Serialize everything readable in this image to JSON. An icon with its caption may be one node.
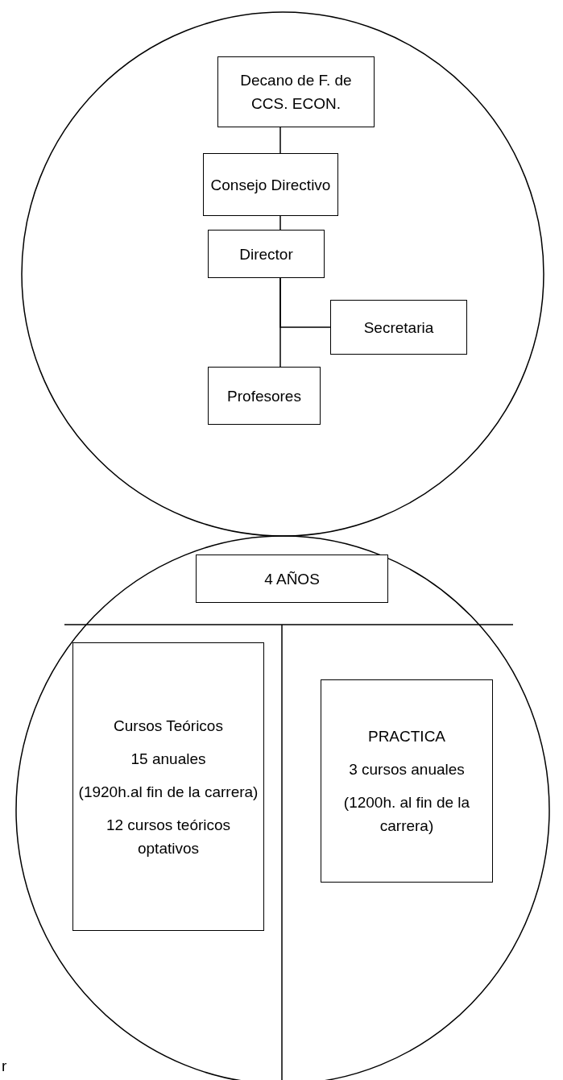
{
  "diagram": {
    "nodes": [
      {
        "text": [],
        "shape": "circle"
      },
      {
        "text": [
          "Decano  de F. de CCS. ECON."
        ],
        "in": 0
      },
      {
        "text": [
          "Consejo Directivo"
        ],
        "in": 0
      },
      {
        "text": [
          "Director"
        ],
        "in": 0
      },
      {
        "text": [
          "Secretaria"
        ],
        "in": 0
      },
      {
        "text": [
          "Profesores"
        ],
        "in": 0
      },
      {
        "text": [],
        "shape": "circle"
      },
      {
        "text": [
          "4 AÑOS"
        ],
        "in": 6
      },
      {
        "text": [
          "Cursos Teóricos",
          "15 anuales",
          "(1920h.al fin de la carrera)",
          "12 cursos teóricos optativos"
        ],
        "in": 6
      },
      {
        "text": [
          "PRACTICA",
          "3 cursos anuales",
          "(1200h. al fin de la carrera)"
        ],
        "in": 6
      }
    ],
    "edges": [
      {
        "from": 1,
        "to": 2,
        "arrow": "none"
      },
      {
        "from": 2,
        "to": 3,
        "arrow": "none"
      },
      {
        "from": 3,
        "to": 5,
        "arrow": "none"
      },
      {
        "from": 3,
        "to": 4,
        "arrow": "none"
      }
    ],
    "labels": [
      "r"
    ]
  }
}
